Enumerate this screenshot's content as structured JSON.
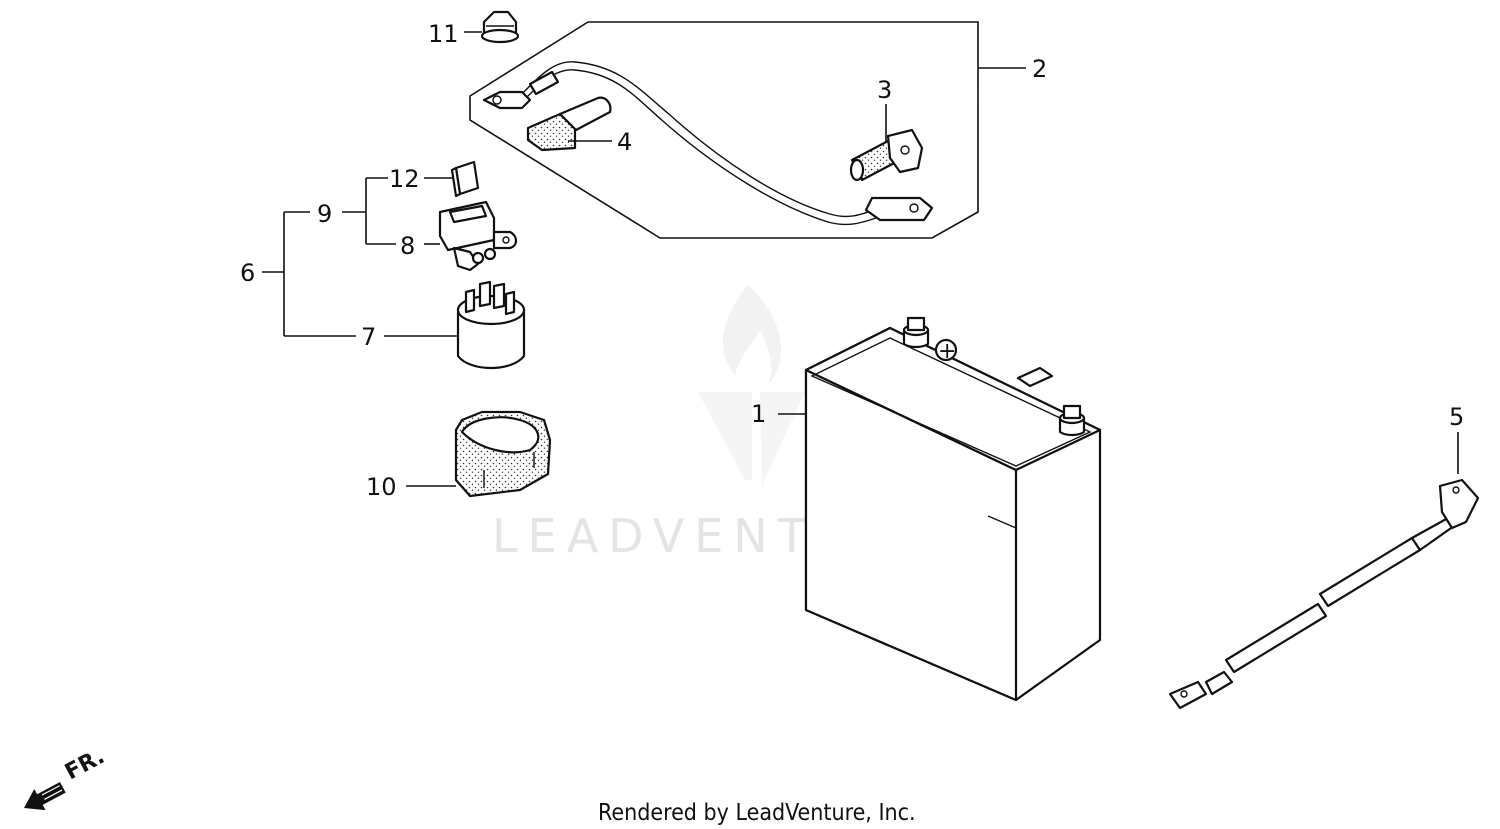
{
  "diagram": {
    "callouts": [
      {
        "id": "1",
        "label": "1"
      },
      {
        "id": "2",
        "label": "2"
      },
      {
        "id": "3",
        "label": "3"
      },
      {
        "id": "4",
        "label": "4"
      },
      {
        "id": "5",
        "label": "5"
      },
      {
        "id": "6",
        "label": "6"
      },
      {
        "id": "7",
        "label": "7"
      },
      {
        "id": "8",
        "label": "8"
      },
      {
        "id": "9",
        "label": "9"
      },
      {
        "id": "10",
        "label": "10"
      },
      {
        "id": "11",
        "label": "11"
      },
      {
        "id": "12",
        "label": "12"
      }
    ],
    "battery_symbol": "+",
    "direction_label": "FR.",
    "watermark": "LEADVENTURE",
    "footer": "Rendered by LeadVenture, Inc."
  },
  "colors": {
    "line": "#111111",
    "background": "#ffffff",
    "watermark": "#e4e4e4"
  }
}
